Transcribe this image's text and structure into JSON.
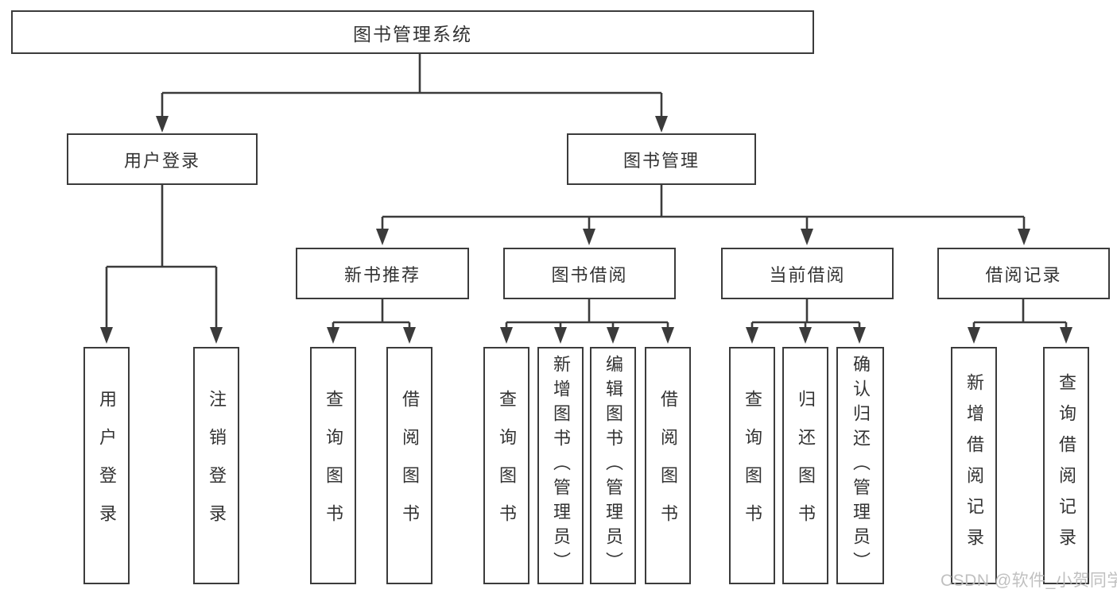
{
  "diagram": {
    "root": {
      "label": "图书管理系统"
    },
    "children": [
      {
        "label": "用户登录",
        "children": [
          {
            "label": "用户登录"
          },
          {
            "label": "注销登录"
          }
        ]
      },
      {
        "label": "图书管理",
        "children": [
          {
            "label": "新书推荐",
            "children": [
              {
                "label": "查询图书"
              },
              {
                "label": "借阅图书"
              }
            ]
          },
          {
            "label": "图书借阅",
            "children": [
              {
                "label": "查询图书"
              },
              {
                "label": "新增图书（管理员）"
              },
              {
                "label": "编辑图书（管理员）"
              },
              {
                "label": "借阅图书"
              }
            ]
          },
          {
            "label": "当前借阅",
            "children": [
              {
                "label": "查询图书"
              },
              {
                "label": "归还图书"
              },
              {
                "label": "确认归还（管理员）"
              }
            ]
          },
          {
            "label": "借阅记录",
            "children": [
              {
                "label": "新增借阅记录"
              },
              {
                "label": "查询借阅记录"
              }
            ]
          }
        ]
      }
    ]
  },
  "watermark": {
    "text": "CSDN @软件_小贺同学"
  },
  "colors": {
    "line": "#3b3b3b",
    "text": "#333333",
    "background": "#ffffff",
    "watermark": "#bdbdbd"
  }
}
